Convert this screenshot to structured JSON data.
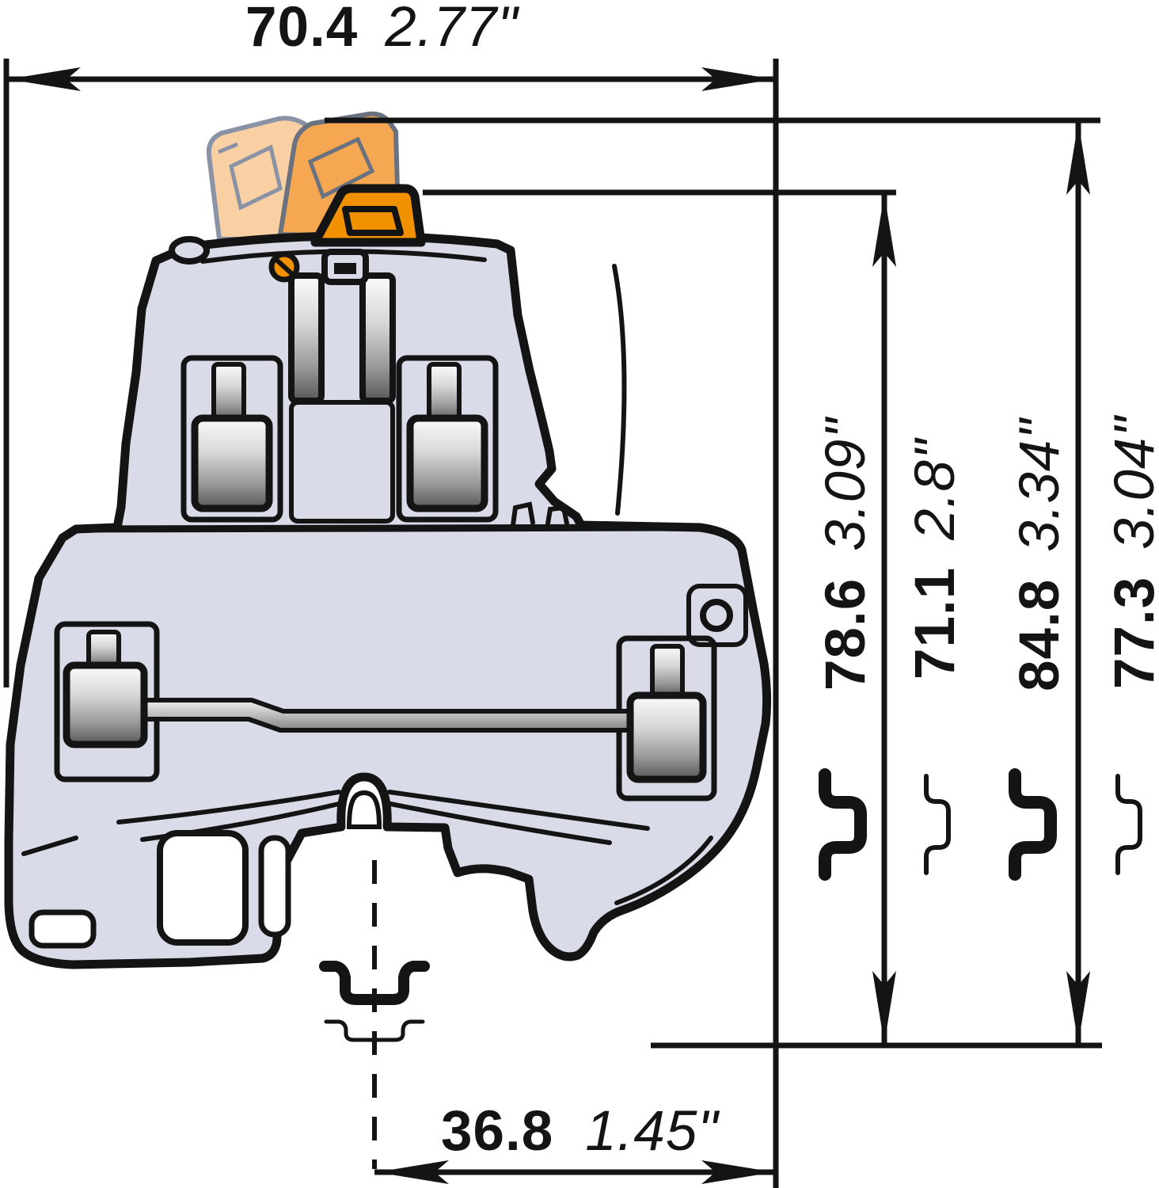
{
  "dims": {
    "width": {
      "mm": "70.4",
      "in": "2.77\""
    },
    "h1": {
      "mm": "78.6",
      "in": "3.09\""
    },
    "h2": {
      "mm": "71.1",
      "in": "2.8\""
    },
    "h3": {
      "mm": "84.8",
      "in": "3.34\""
    },
    "h4": {
      "mm": "77.3",
      "in": "3.04\""
    },
    "pitch": {
      "mm": "36.8",
      "in": "1.45\""
    }
  },
  "colors": {
    "body": "#d9dce8",
    "outline": "#141414",
    "orange": "#f29100",
    "orange_mid": "#f5a851",
    "orange_ghost": "#f9d0a3"
  }
}
